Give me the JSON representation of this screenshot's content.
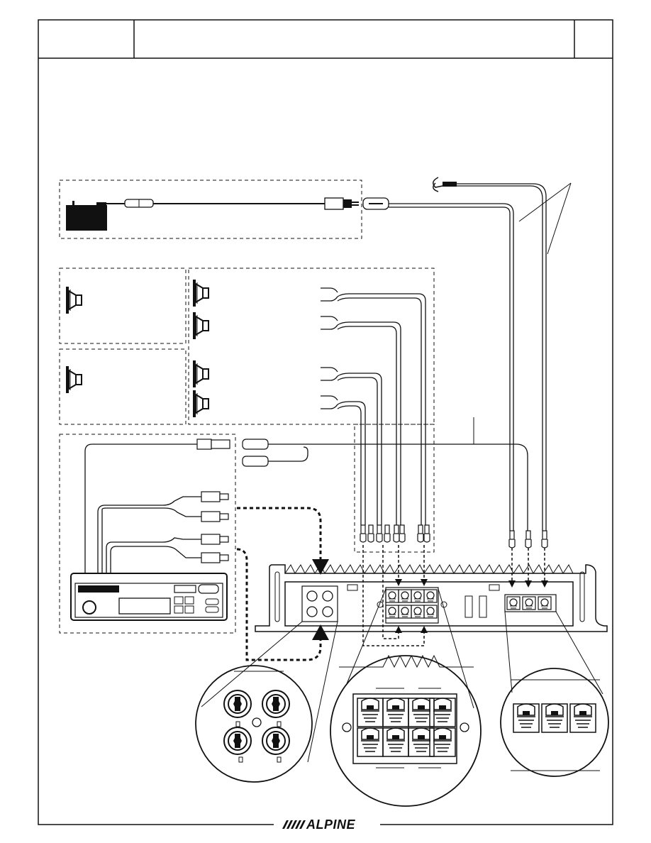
{
  "page": {
    "title_cells": [
      "",
      "",
      ""
    ],
    "brand": "ALPINE"
  },
  "components": {
    "battery": "battery-icon",
    "fuse_holder": "inline-fuse-icon",
    "head_unit": "head-unit-icon",
    "amplifier": "amplifier-icon",
    "speakers_front": [
      "speaker-icon",
      "speaker-icon"
    ],
    "speakers_rear": [
      "speaker-icon",
      "speaker-icon"
    ],
    "speakers_single": [
      "speaker-icon",
      "speaker-icon"
    ],
    "rca_input_detail": "rca-jack-closeup",
    "speaker_terminal_detail": "speaker-terminal-closeup",
    "power_terminal_detail": "power-terminal-closeup"
  },
  "colors": {
    "line": "#111111",
    "background": "#ffffff"
  }
}
